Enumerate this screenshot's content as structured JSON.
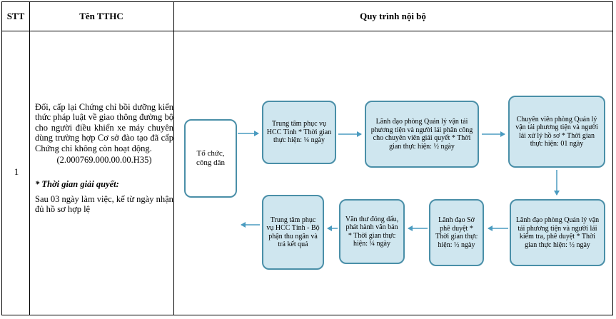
{
  "header": {
    "stt": "STT",
    "ten_tthc": "Tên TTHC",
    "quy_trinh": "Quy trình nội bộ"
  },
  "row": {
    "stt": "1",
    "name": "Đổi, cấp lại Chứng chỉ bồi dưỡng kiến thức pháp luật về giao thông đường bộ cho người điều khiển xe máy chuyên dùng trường hợp Cơ sở đào tạo đã cấp Chứng chỉ không còn hoạt động.",
    "code": "(2.000769.000.00.00.H35)",
    "time_title": "* Thời gian giải quyết:",
    "time_value": "Sau 03 ngày làm việc, kể từ ngày nhận đủ hồ sơ hợp lệ"
  },
  "flow": {
    "citizen": "Tổ chức, công dân",
    "step1": "Trung tâm phục vụ HCC Tỉnh * Thời gian thực hiện: ¼ ngày",
    "step2": "Lãnh đạo phòng Quản lý vận tải phương tiện và người lái phân công cho chuyên viên giải quyết * Thời gian thực hiện: ½ ngày",
    "step3": "Chuyên viên phòng Quản lý vận tải phương tiện và người lái xử lý hồ sơ * Thời gian thực hiện: 01 ngày",
    "step4": "Lãnh đạo phòng Quản lý vận tải phương tiện và người lái kiểm tra, phê duyệt * Thời gian thực hiện: ½ ngày",
    "step5": "Lãnh đạo Sở phê duyệt * Thời gian thực hiện: ½ ngày",
    "step6": "Văn thư đóng dấu, phát hành văn bản * Thời gian thực hiện: ¼ ngày",
    "step7": "Trung tâm phục vụ HCC Tỉnh - Bộ phận thu ngân và trả kết quả"
  },
  "colors": {
    "box_fill": "#cfe6ef",
    "box_border": "#4a8fa8",
    "arrow": "#4a9bc0"
  }
}
